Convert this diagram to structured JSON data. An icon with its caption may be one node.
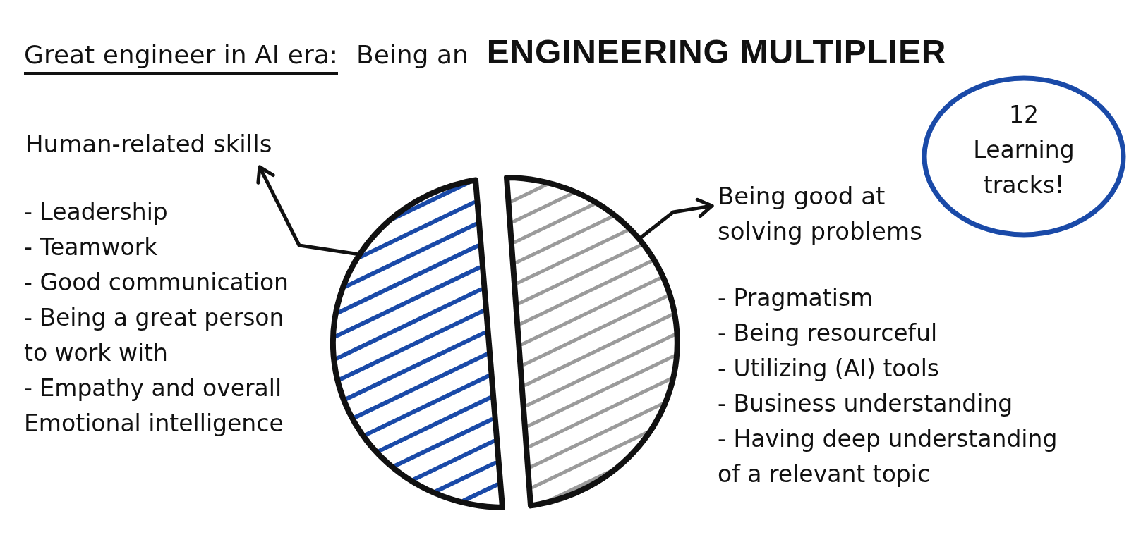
{
  "diagram": {
    "title": "Great engineer in AI era:",
    "nodes": [
      {
        "text": [
          "Human-related skills"
        ]
      },
      {
        "text": [
          "12 Learning tracks!"
        ]
      },
      {
        "text": [
          "Being good at solving problems"
        ]
      },
      {
        "text": [],
        "shape": "semicircle"
      },
      {
        "text": [],
        "shape": "semicircle"
      }
    ],
    "edges": [
      {
        "from": 3,
        "to": 0,
        "arrow": "to"
      },
      {
        "from": 4,
        "to": 2,
        "arrow": "to"
      }
    ],
    "labels": [
      "Being an",
      "ENGINEERING MULTIPLIER",
      "- Leadership",
      "- Teamwork",
      "- Good communication",
      "- Being a great person to work with",
      "- Empathy and overall Emotional intelligence",
      "- Pragmatism",
      "- Being resourceful",
      "- Utilizing (AI) tools",
      "- Business understanding",
      "- Having deep understanding of a relevant topic"
    ]
  }
}
